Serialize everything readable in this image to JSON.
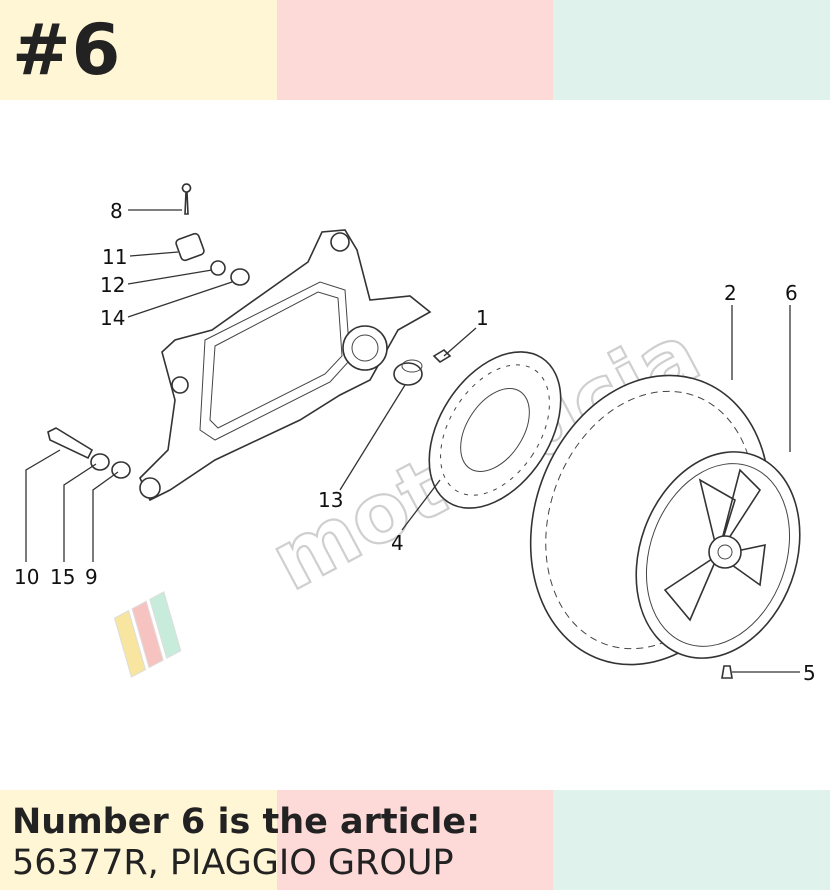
{
  "badge": "#6",
  "colors": {
    "yellow": "#FFF6D6",
    "pink": "#FDD9D8",
    "mint": "#E0F2EC",
    "text": "#222222"
  },
  "caption": {
    "line1": "Number 6 is the article:",
    "line2": "56377R, PIAGGIO GROUP"
  },
  "watermark": "motorucia",
  "callouts": [
    "1",
    "2",
    "4",
    "5",
    "6",
    "8",
    "9",
    "10",
    "11",
    "12",
    "13",
    "14",
    "15"
  ]
}
